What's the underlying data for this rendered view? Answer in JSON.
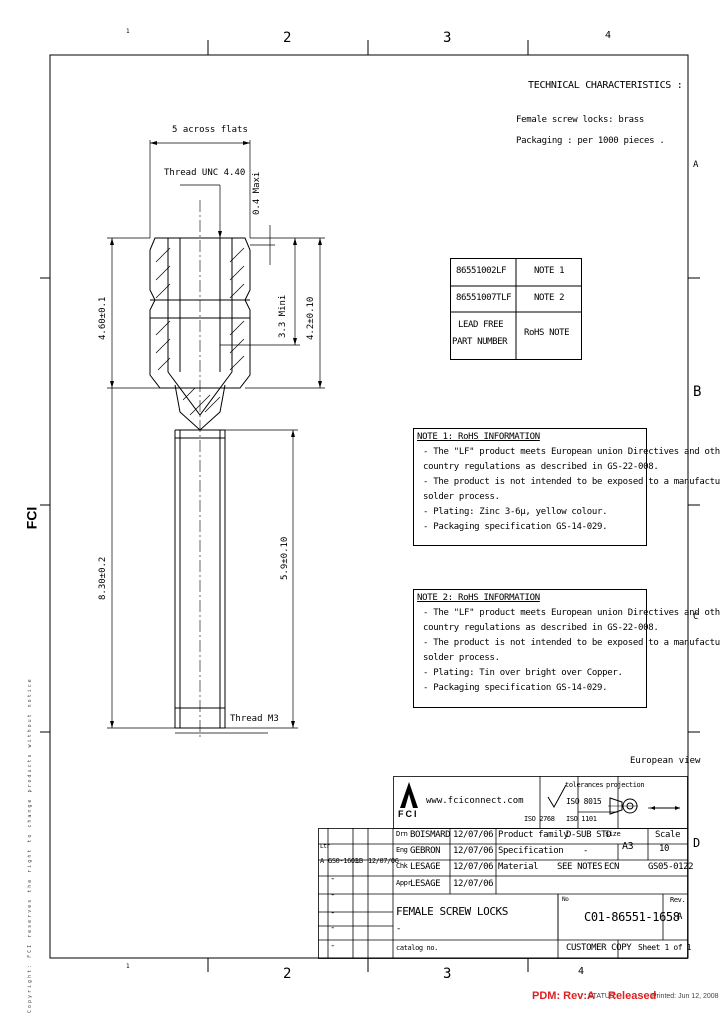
{
  "border": {
    "top_numbers": [
      "1",
      "2",
      "3",
      "4"
    ],
    "bottom_numbers": [
      "1",
      "2",
      "3",
      "4"
    ],
    "right_letters": [
      "A",
      "B",
      "C",
      "D"
    ]
  },
  "title": "TECHNICAL CHARACTERISTICS :",
  "characteristics": [
    "Female screw locks: brass",
    "Packaging : per 1000 pieces ."
  ],
  "drawing": {
    "cross_flats": "5 across flats",
    "thread_top": "Thread UNC 4.40",
    "dim_04": "0.4 Maxi",
    "dim_33": "3.3 Mini",
    "dim_42": "4.2±0.10",
    "dim_46": "4.60±0.1",
    "dim_83": "8.30±0.2",
    "dim_59": "5.9±0.10",
    "thread_bottom": "Thread M3"
  },
  "part_table": {
    "rows": [
      {
        "part": "86551002LF",
        "note": "NOTE 1"
      },
      {
        "part": "86551007TLF",
        "note": "NOTE 2"
      }
    ],
    "header_left": [
      "LEAD FREE",
      "PART NUMBER"
    ],
    "header_right": "RoHS NOTE"
  },
  "note1": {
    "title": "NOTE 1: RoHS INFORMATION",
    "lines": [
      "- The \"LF\" product meets European union Directives and other",
      "  country regulations as described in GS-22-008.",
      "- The product is not intended to be exposed to a manufacturing",
      "  solder process.",
      "- Plating: Zinc 3-6µ, yellow colour.",
      "- Packaging specification GS-14-029."
    ]
  },
  "note2": {
    "title": "NOTE 2: RoHS INFORMATION",
    "lines": [
      "- The \"LF\" product meets European union Directives and other",
      "  country regulations as described in GS-22-008.",
      "- The product is not intended to be exposed to a manufacturing",
      "  solder process.",
      "- Plating: Tin over bright over Copper.",
      "- Packaging specification GS-14-029."
    ]
  },
  "title_block": {
    "european_view": "European view",
    "website": "www.fciconnect.com",
    "logo_text": "FCI",
    "tolerances": "tolerances",
    "iso1": "ISO 8015",
    "iso2": "ISO 2768",
    "iso3": "ISO 1101",
    "projection": "projection",
    "drawn_label": "Drn",
    "drawn_name": "BOISMARD",
    "drawn_date": "12/07/06",
    "eng_label": "Eng",
    "eng_name": "GEBRON",
    "eng_date": "12/07/06",
    "chk_label": "Chk",
    "chk_name": "LESAGE",
    "chk_date": "12/07/06",
    "appr_label": "Appr",
    "appr_name": "LESAGE",
    "appr_date": "12/07/06",
    "product_family_label": "Product family",
    "product_family": "D-SUB STD",
    "size_label": "size",
    "size": "A3",
    "scale_label": "Scale",
    "scale": "10",
    "specification_label": "Specification",
    "specification": "-",
    "material_label": "Material",
    "material": "SEE NOTES",
    "ecn": "ECN",
    "doc_number": "GS05-0122",
    "rev_label": "Ltr",
    "rev_letter": "A",
    "ecn_no": "GS0-1603",
    "rev_by": "LB",
    "rev_date": "12/07/06",
    "dash": "-",
    "title_main": "FEMALE SCREW LOCKS",
    "title_dash": "-",
    "no_label": "No",
    "drawing_number": "C01-86551-1658",
    "rev": "Rev.",
    "rev_value": "A",
    "catalog_no": "catalog no.",
    "customer_copy": "CUSTOMER COPY",
    "sheet": "Sheet 1 of 1"
  },
  "footer": {
    "pdm": "PDM: Rev:A",
    "status_label": "STATUS:",
    "status": "Released",
    "printed": "Printed: Jun 12, 2008"
  },
  "side_text": "Copyright: FCI reserves the right to change products without notice"
}
